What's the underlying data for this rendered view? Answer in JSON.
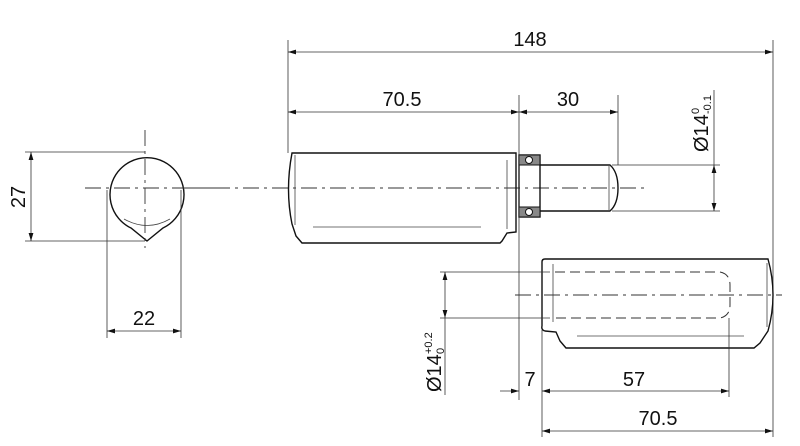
{
  "dimensions": {
    "side_height": "27",
    "side_width": "22",
    "total_length": "148",
    "body_length_top": "70.5",
    "pin_length": "30",
    "pin_diameter": {
      "base": "Ø14",
      "upper": "0",
      "lower": "-0.1"
    },
    "bore_diameter": {
      "base": "Ø14",
      "upper": "+0.2",
      "lower": "0"
    },
    "offset": "7",
    "bore_depth": "57",
    "body_length_bottom": "70.5"
  }
}
